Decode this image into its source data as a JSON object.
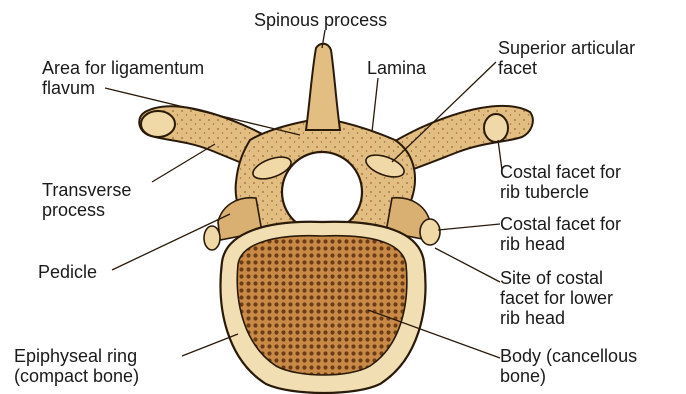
{
  "labels": {
    "spinous": [
      "Spinous process"
    ],
    "area_lig": [
      "Area for ligamentum",
      "flavum"
    ],
    "lamina": [
      "Lamina"
    ],
    "superior": [
      "Superior articular",
      "facet"
    ],
    "costal_tubercle": [
      "Costal facet for",
      "rib tubercle"
    ],
    "transverse": [
      "Transverse",
      "process"
    ],
    "costal_head": [
      "Costal facet for",
      "rib head"
    ],
    "pedicle": [
      "Pedicle"
    ],
    "site_costal": [
      "Site of costal",
      "facet for lower",
      "rib head"
    ],
    "epiphyseal": [
      "Epiphyseal ring",
      "(compact bone)"
    ],
    "body": [
      "Body (cancellous",
      "bone)"
    ]
  },
  "colors": {
    "bone": "#e6c48a",
    "bone_dark": "#b98a4c",
    "cancellous": "#b0743a",
    "ring": "#f1dfb3",
    "outline": "#2a1a0a"
  }
}
